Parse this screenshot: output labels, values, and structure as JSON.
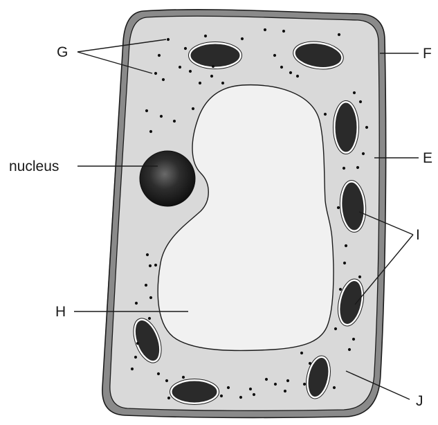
{
  "labels": {
    "g": "G",
    "f": "F",
    "e": "E",
    "nucleus": "nucleus",
    "i": "I",
    "h": "H",
    "j": "J"
  },
  "colors": {
    "cell_wall": "#8a8a8a",
    "cytoplasm": "#d9d9d9",
    "vacuole": "#f1f1f1",
    "organelle": "#2a2a2a",
    "outline": "#1a1a1a",
    "background": "#ffffff"
  }
}
